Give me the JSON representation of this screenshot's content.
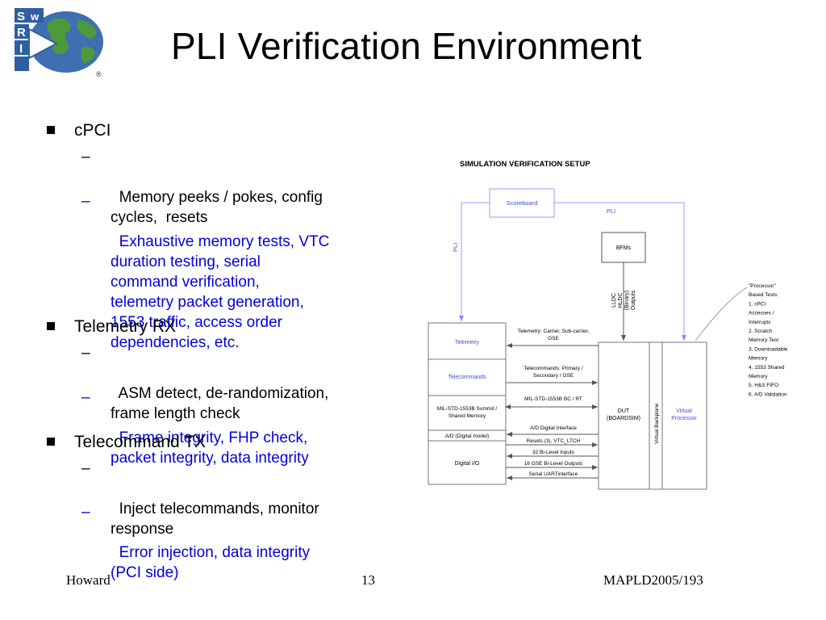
{
  "slide": {
    "title": "PLI Verification Environment",
    "logo_text": "SwRI",
    "registered_mark": "®"
  },
  "bullets": [
    {
      "label": "cPCI",
      "subs": [
        {
          "text": "Memory peeks / pokes, config\ncycles,  resets",
          "color": "black"
        },
        {
          "text": "Exhaustive memory tests, VTC\nduration testing, serial\ncommand verification,\ntelemetry packet generation,\n1553 traffic, access order\ndependencies, etc.",
          "color": "blue"
        }
      ]
    },
    {
      "label": "Telemetry RX",
      "subs": [
        {
          "text": "ASM detect, de-randomization,\nframe length check",
          "color": "black"
        },
        {
          "text": "Frame integrity, FHP check,\npacket integrity, data integrity",
          "color": "blue"
        }
      ]
    },
    {
      "label": "Telecommand TX",
      "subs": [
        {
          "text": "Inject telecommands, monitor\nresponse",
          "color": "black"
        },
        {
          "text": "Error injection, data integrity\n(PCI side)",
          "color": "blue"
        }
      ]
    }
  ],
  "diagram": {
    "title": "SIMULATION VERIFICATION SETUP",
    "scoreboard": "Scoreboard",
    "pli_top": "PLI",
    "pli_left": "PLI",
    "bfms": "BFMs",
    "lldc": "LLDC\nHLDC\n(Binary)\nOutputs",
    "left_blocks": [
      "Telemetry",
      "Telecommands",
      "MIL-STD-1553B Summit /\nShared Memory",
      "A/D (Digital model)",
      "Digital I/O"
    ],
    "signals": [
      "Telemetry:  Carrier, Sub-carrier,\nGSE",
      "Telecommands:  Primary /\nSecondary / GSE",
      "MIL-STD-1553B BC / RT",
      "A/D Digital Interface",
      "Resets (3), VTC_LTCH",
      "32 Bi-Level Inputs",
      "16 GSE Bi-Level Outputs",
      "Serial UARTinterface"
    ],
    "dut": "DUT\n(BOARDSIM)",
    "backplane": "Virtual Backplane",
    "vproc": "Virtual\nProcessor",
    "proc_tests": "\"Processor\"\nBased Tests:\n1.  cPCI\nAccesses /\nInterrupts\n2.  Scratch\nMemory Test\n3.  Downloadable\nMemory\n4.  1553 Shared\nMemory\n5.  H&S FIFO\n6.  A/D Validation"
  },
  "footer": {
    "author": "Howard",
    "page": "13",
    "event": "MAPLD2005/193"
  },
  "colors": {
    "blue_text": "#0000e0",
    "diagram_blue": "#3a4fd8",
    "arrow_line": "#8fa0ff"
  }
}
